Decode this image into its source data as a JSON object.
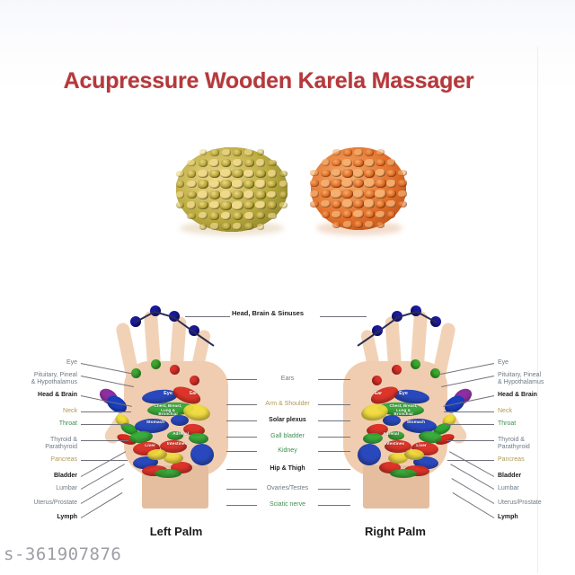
{
  "title": "Acupressure Wooden Karela Massager",
  "title_color": "#b5393c",
  "watermark": "s-361907876",
  "products": [
    {
      "name": "wooden-karela-massager-green",
      "color": "#b8a83c",
      "accent": "#f0d98a",
      "dark": "#6f6a1f"
    },
    {
      "name": "wooden-karela-massager-orange",
      "color": "#e2702a",
      "accent": "#f5b070",
      "dark": "#a8420d"
    }
  ],
  "chart": {
    "top_label": "Head, Brain & Sinuses",
    "left_palm_caption": "Left Palm",
    "right_palm_caption": "Right Palm",
    "outer_labels": [
      {
        "text": "Eye",
        "style": "slate"
      },
      {
        "text": "Pituitary, Pineal\n& Hypothalamus",
        "style": "slate"
      },
      {
        "text": "Head & Brain",
        "style": "bold"
      },
      {
        "text": "Neck",
        "style": "olive"
      },
      {
        "text": "Throat",
        "style": "green"
      },
      {
        "text": "Thyroid &\nParathyroid",
        "style": "slate"
      },
      {
        "text": "Pancreas",
        "style": "olive"
      },
      {
        "text": "Bladder",
        "style": "bold"
      },
      {
        "text": "Lumbar",
        "style": "slate"
      },
      {
        "text": "Uterus/Prostate",
        "style": "slate"
      },
      {
        "text": "Lymph",
        "style": "bold"
      }
    ],
    "center_labels": [
      {
        "text": "Ears",
        "style": "slate"
      },
      {
        "text": "Arm & Shoulder",
        "style": "olive"
      },
      {
        "text": "Solar plexus",
        "style": "bold"
      },
      {
        "text": "Gall bladder",
        "style": "green"
      },
      {
        "text": "Kidney",
        "style": "green"
      },
      {
        "text": "Hip & Thigh",
        "style": "bold"
      },
      {
        "text": "Ovaries/Testes",
        "style": "slate"
      },
      {
        "text": "Sciatic nerve",
        "style": "green"
      }
    ],
    "zone_labels": [
      {
        "text": "Eye"
      },
      {
        "text": "Ear"
      },
      {
        "text": "Chest, Breast,\nLung & Bronchial"
      },
      {
        "text": "Stomach"
      },
      {
        "text": "Adrenal"
      },
      {
        "text": "Liver"
      },
      {
        "text": "Intestines"
      }
    ],
    "zone_colors": {
      "blue": "#1a3fc0",
      "green": "#2faa34",
      "red": "#dd2a20",
      "yellow": "#f2de3b",
      "orange": "#ef8b1c",
      "purple": "#8d2fa0",
      "skin": "#f0cdb0"
    }
  }
}
